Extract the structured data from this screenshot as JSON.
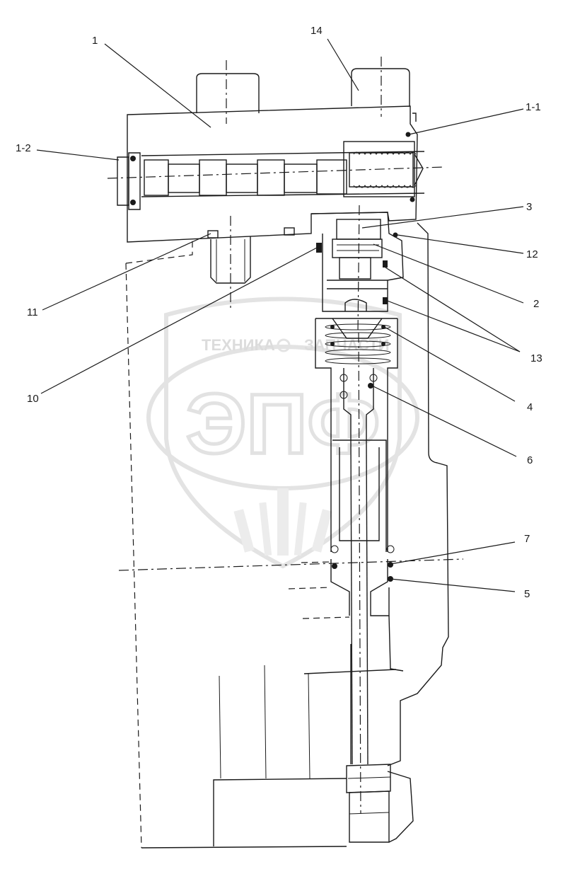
{
  "watermark": {
    "brand_left": "ТЕХНИКА",
    "brand_right": "ЗАПЧАСТИ",
    "monogram": "ЭПФ"
  },
  "callouts": {
    "c1": "1",
    "c14": "14",
    "c1_1": "1-1",
    "c1_2": "1-2",
    "c3": "3",
    "c12": "12",
    "c2": "2",
    "c11": "11",
    "c13": "13",
    "c10": "10",
    "c4": "4",
    "c6": "6",
    "c7": "7",
    "c5": "5"
  }
}
